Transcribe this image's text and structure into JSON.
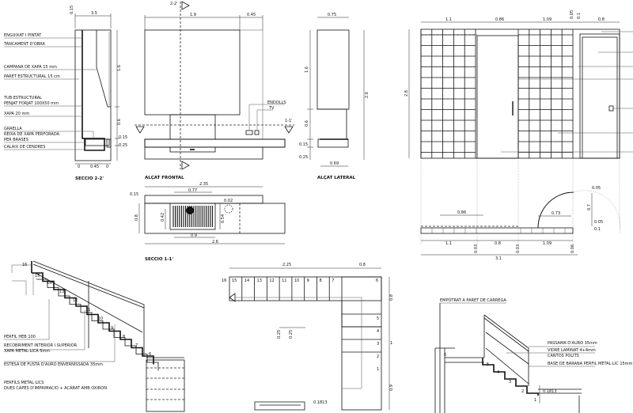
{
  "section_22": {
    "title": "SECCIO 2-2'",
    "labels": [
      "ENGUIXAT I PINTAT",
      "TANCAMENT D'OBRA",
      "CAMPANA DE XAPA 15 mm",
      "PARET ESTRUCTURAL 15 cm",
      "TUB ESTRUCTURAL",
      "PENJAT FORJAT 100X50 mm",
      "XAPA 20 mm",
      "GRAELLA",
      "REIXA DE XAPA PERFORADA",
      "PER BRASES",
      "CALAIX DE CENDRES"
    ],
    "dims": [
      "0.15",
      "3.5",
      "1.6",
      "0.6",
      "0.15",
      "0.25",
      "0",
      "0.45",
      "0"
    ]
  },
  "front_elevation": {
    "title": "ALÇAT FRONTAL",
    "section_mark": "2-2'",
    "section_mark_2": "1-1'",
    "annotations": [
      "ENDOLLS",
      "TV"
    ],
    "dims": [
      "1.9",
      "0.45"
    ]
  },
  "side_elevation": {
    "title": "ALÇAT LATERAL",
    "dims": [
      "0.75",
      "1.6",
      "2.6",
      "0.6",
      "0.15",
      "0.25",
      "0.69"
    ]
  },
  "section_11": {
    "title": "SECCIO 1-1'",
    "dims": [
      "2.35",
      "0.77",
      "0.02",
      "0.15",
      "0.8",
      "0.42",
      "0.54",
      "0.9",
      "2.6"
    ]
  },
  "door_elevation": {
    "top_dims": [
      "1.1",
      "0.86",
      "1.09",
      "0.05",
      "0.1",
      "0.8"
    ],
    "height_dim": "2.8",
    "plan_dims": [
      "0.86",
      "0.73",
      "0.05",
      "0.7",
      "0.05",
      "0.1"
    ],
    "bottom_dims": [
      "1.1",
      "0.8",
      "1.09",
      "0.03",
      "0.03",
      "0.06",
      "3.1"
    ]
  },
  "stair_section_left": {
    "labels": [
      "PERFIL HEB 100",
      "RECOBRIMENT INTERIOR I SUPERIOR",
      "XAPA METAL·LICA 5mm",
      "ESTESA DE FUSTA D'AURO ENVERNISSADA 35mm",
      "PERFILS METAL·LICS",
      "DUES CAPES D'IMPRIMACIO + ACABAT AMB OXIRON"
    ],
    "step_numbers": [
      "16",
      "15",
      "14",
      "13",
      "12",
      "11",
      "10",
      "9",
      "8",
      "7",
      "6"
    ]
  },
  "stair_plan": {
    "top_numbers": [
      "16",
      "15",
      "14",
      "13",
      "12",
      "11",
      "10",
      "9",
      "8",
      "7",
      "6"
    ],
    "side_numbers": [
      "5",
      "4",
      "3",
      "2",
      "1"
    ],
    "dims": [
      "2.25",
      "0.8",
      "0.8",
      "1",
      "0.9",
      "0.25",
      "0.25",
      "0.1813"
    ]
  },
  "stair_section_right": {
    "labels": [
      "EMPOTRAT A PARET DE CARREGA",
      "PASSAMA D'AURO 35mm",
      "VIDRE LAMINAT 4+4mm",
      "CANTOS POLITS",
      "BASE DE BARANA PERFIL METAL·LIC 15mm"
    ],
    "step_numbers": [
      "6",
      "5",
      "4",
      "3",
      "2",
      "1"
    ],
    "dim": "0.1813"
  }
}
